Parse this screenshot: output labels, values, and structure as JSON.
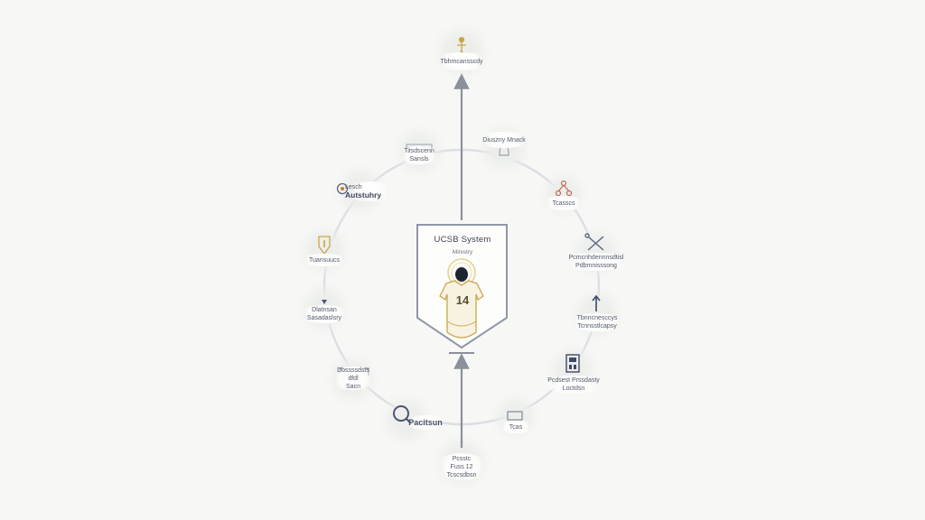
{
  "center": {
    "title": "UCSB System",
    "subtitle": "Ministry",
    "jersey_number": "14"
  },
  "nodes": {
    "top": "Tbhmcansscdy",
    "top_right_1": "Diuszny Mnack",
    "top_right_2": "Tcasscs",
    "right_1_line1": "Pcmcnhdennnsdtisl",
    "right_1_line2": "Pdbmnisssong",
    "right_2_line1": "Tbnncnesccys",
    "right_2_line2": "Tcnnsstlcapsy",
    "right_3_line1": "Pcdsest Prssdasty",
    "right_3_line2": "Loctdsn",
    "bottom_right": "Tcas",
    "bottom_line1": "Pcsstc",
    "bottom_line2": "Fuss 12",
    "bottom_line3": "Tcscsdbsn",
    "bottom_left": "Pacitsun",
    "left_3_line1": "Dbssssdsts",
    "left_3_line2": "dfdl",
    "left_3_line3": "Sacn",
    "left_2_line1": "Dlatnsan",
    "left_2_line2": "Sasadaslsry",
    "left_1": "Tuansuucs",
    "top_left_1_line1": "Lesch",
    "top_left_1_line2": "Autstuhry",
    "top_left_2_line1": "Titsdscenn",
    "top_left_2_line2": "Sansls"
  },
  "colors": {
    "background": "#f7f8f6",
    "ring": "#d9dbe0",
    "axis": "#8b919c",
    "accent_gold": "#c9a64b",
    "navy": "#4b5573"
  }
}
